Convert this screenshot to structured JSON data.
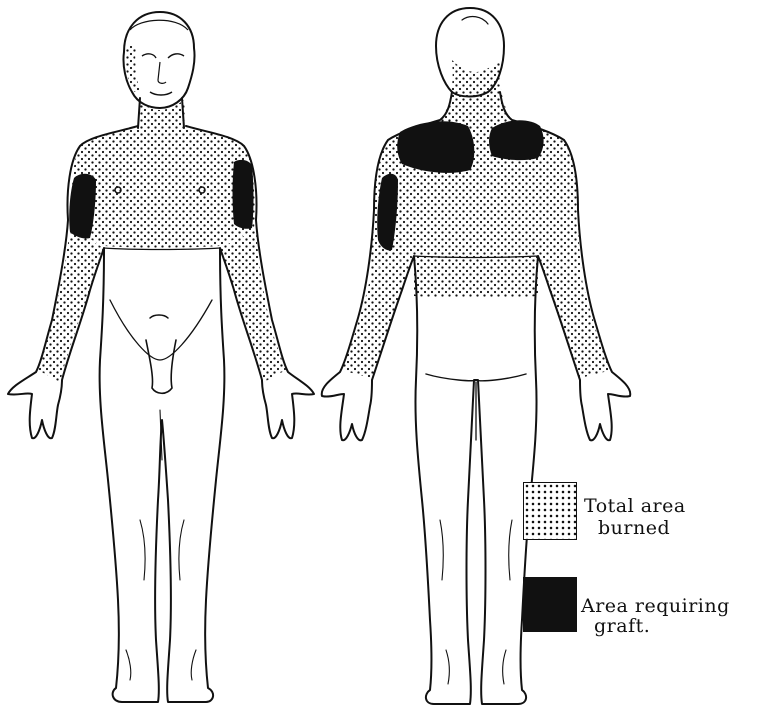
{
  "legend": {
    "burned_line1": "Total area",
    "burned_line2": "burned",
    "graft_line1": "Area requiring",
    "graft_line2": "graft."
  },
  "colors": {
    "ink": "#111111",
    "paper": "#ffffff"
  }
}
